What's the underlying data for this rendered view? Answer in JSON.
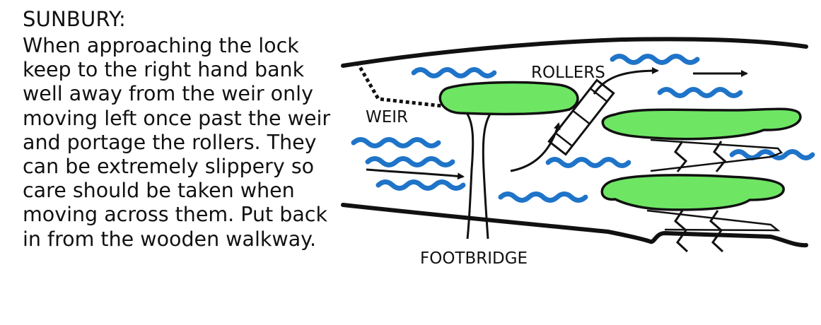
{
  "heading": "SUNBURY:",
  "body_lines": [
    "When approaching the lock",
    "keep to the right hand bank",
    "well away from the weir only",
    "moving left once past the weir",
    "and portage the rollers. They",
    "can be extremely slippery so",
    "care should be taken when",
    "moving across them. Put back",
    "in from the wooden walkway."
  ],
  "diagram": {
    "labels": {
      "weir": "WEIR",
      "rollers": "ROLLERS",
      "footbridge": "FOOTBRIDGE"
    },
    "colors": {
      "land_green": "#6ee664",
      "water_wave_blue": "#1f74c8",
      "line_black": "#111111"
    },
    "icons": [
      "wave-icon",
      "arrow-icon",
      "roller-icon",
      "footbridge-icon",
      "lock-gate-icon"
    ]
  }
}
